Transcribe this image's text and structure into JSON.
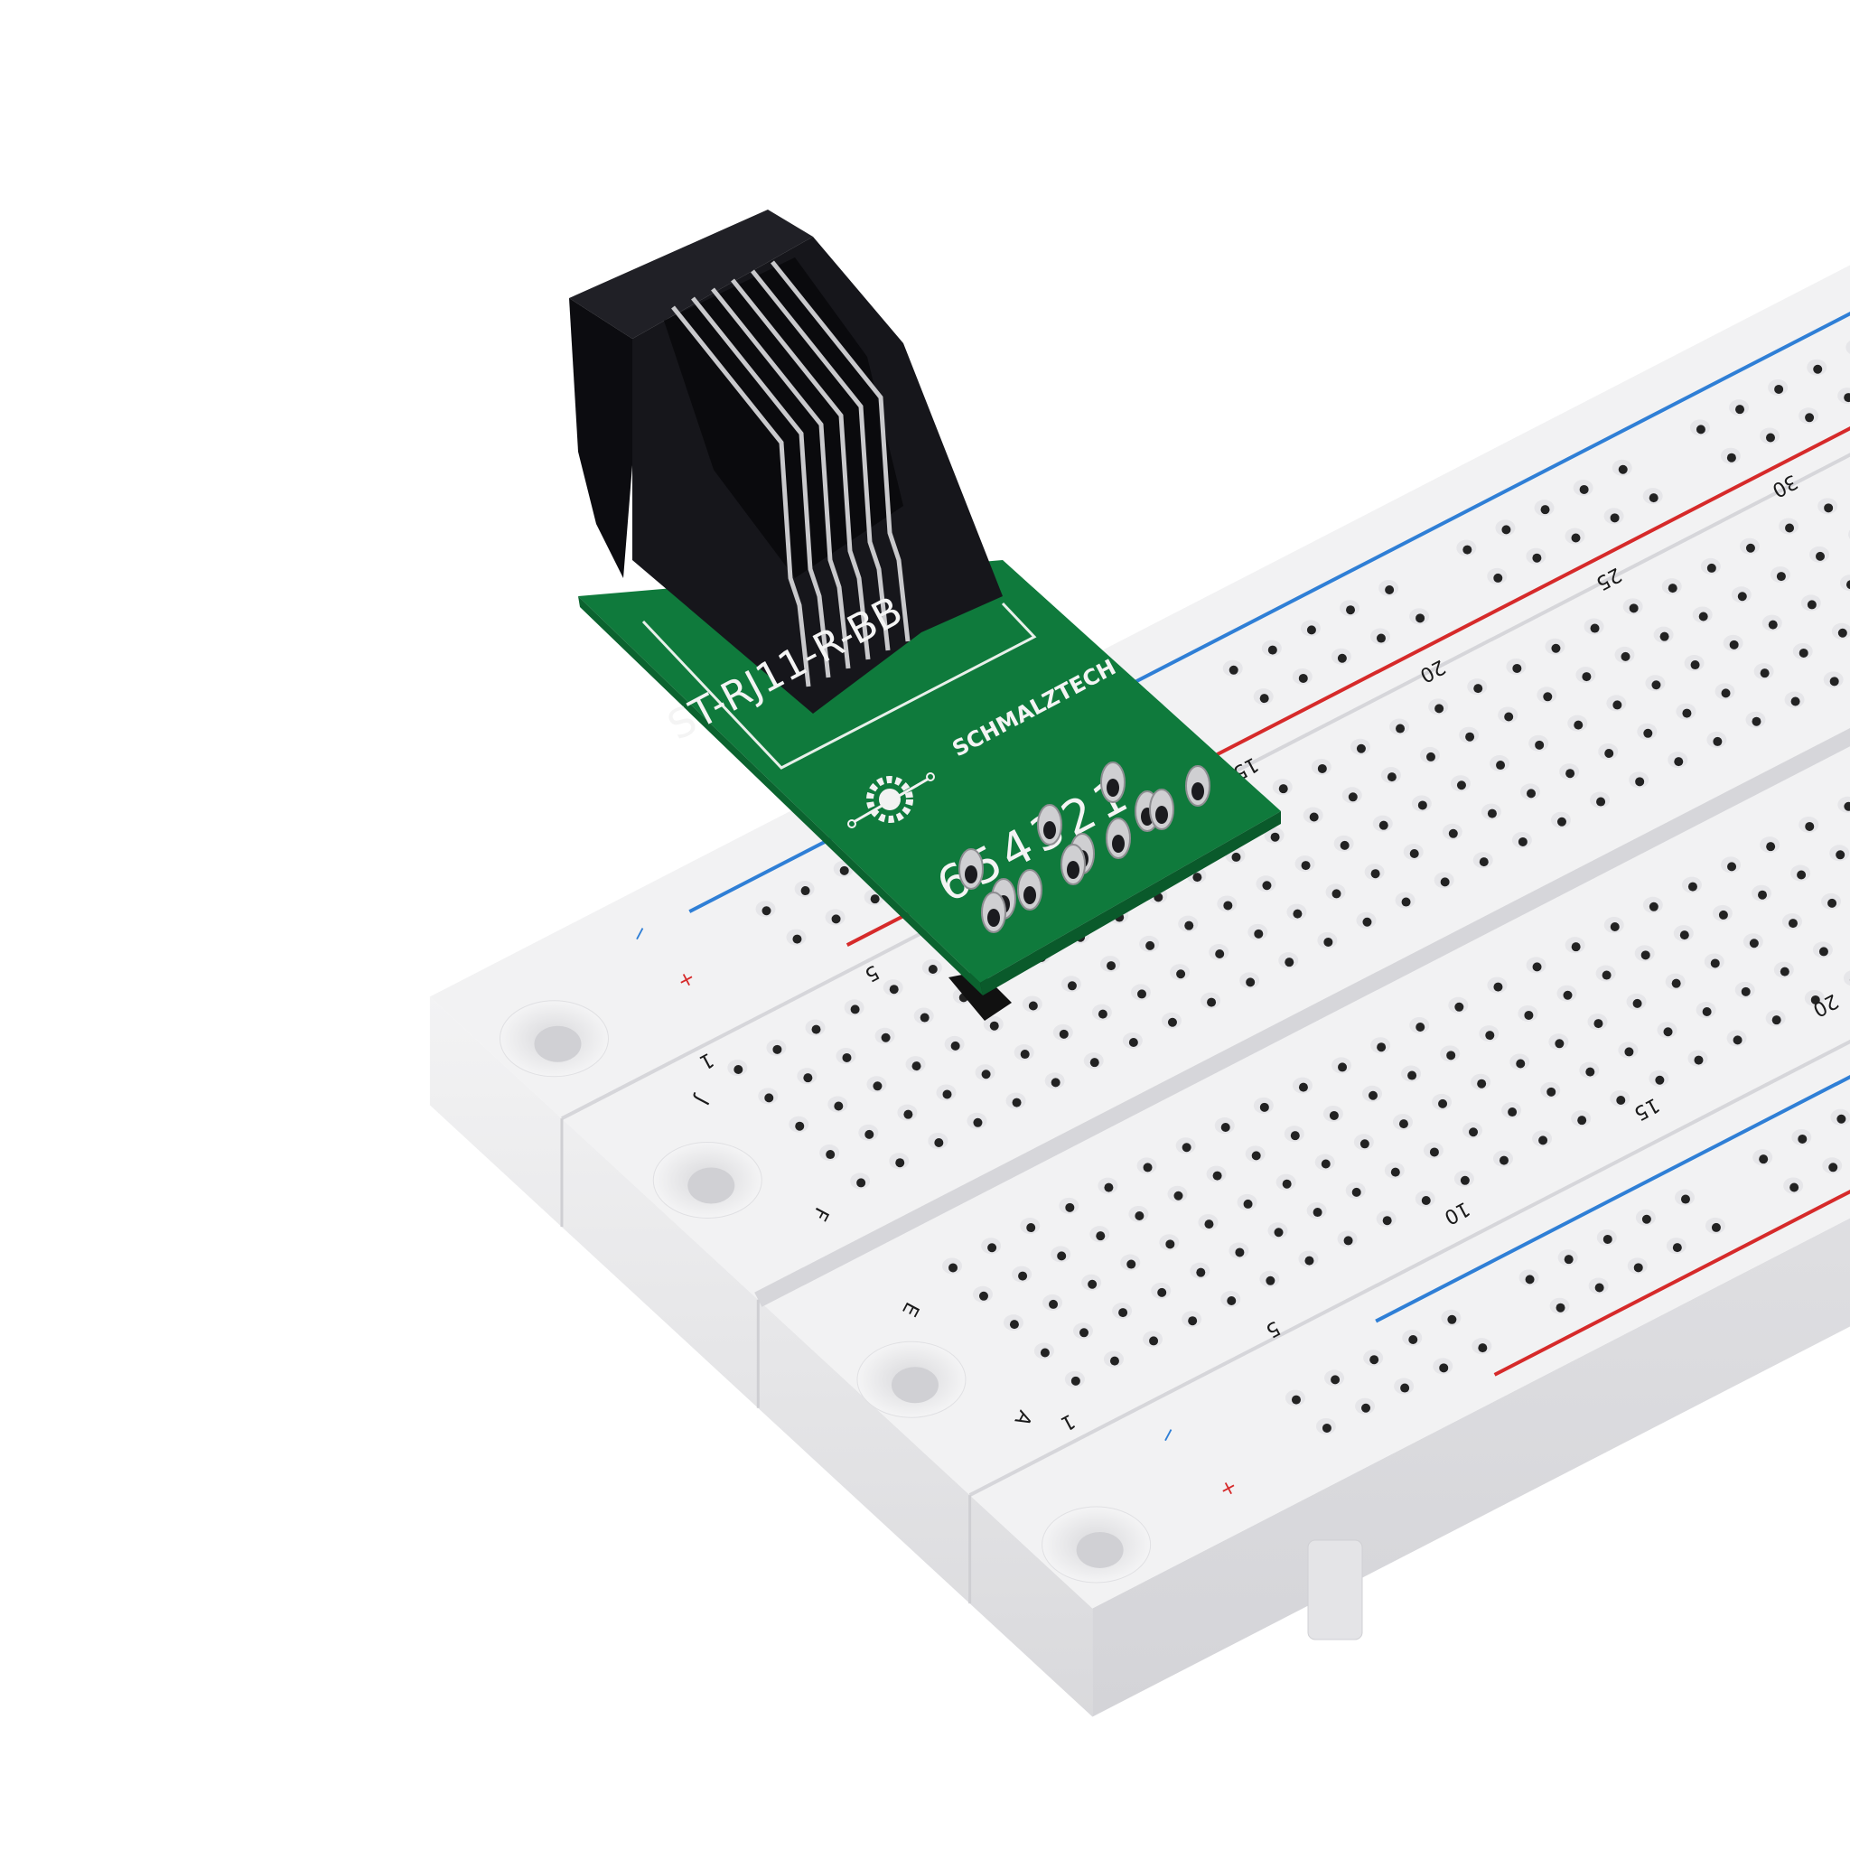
{
  "scene": {
    "subject": "breadboard-with-rj11-adapter",
    "colors": {
      "background": "#ffffff",
      "breadboard": "#f1f1f1",
      "breadboard_side": "#e2e2e4",
      "pcb": "#0f7a3c",
      "connector": "#141418",
      "rail_negative": "#2f7fd6",
      "rail_positive": "#d62a2a",
      "pin": "#cfcfd2"
    }
  },
  "pcb": {
    "part_number": "ST-RJ11-R-BB",
    "brand": "SCHMALZTECH",
    "pin_numbers": "654321",
    "logo_icon": "gear-circuit-logo"
  },
  "breadboard": {
    "rail_top": {
      "minus": "−",
      "plus": "+"
    },
    "rail_bottom": {
      "minus": "−",
      "plus": "+"
    },
    "row_labels": {
      "j": "J",
      "f": "F",
      "e": "E",
      "a": "A"
    },
    "top_column_numbers": [
      "1",
      "5",
      "15",
      "20",
      "25",
      "30"
    ],
    "bottom_column_numbers": [
      "1",
      "5",
      "10",
      "15",
      "20"
    ]
  }
}
